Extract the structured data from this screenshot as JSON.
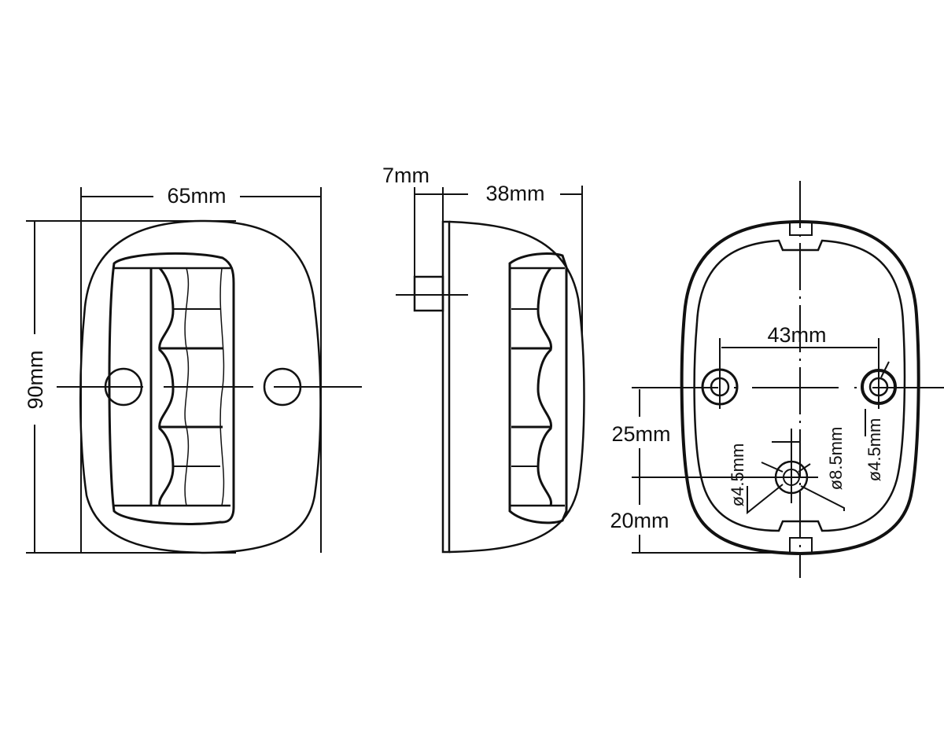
{
  "front_view": {
    "width_label": "65mm",
    "height_label": "90mm"
  },
  "side_view": {
    "stem_label": "7mm",
    "depth_label": "38mm"
  },
  "rear_view": {
    "hole_spacing_label": "43mm",
    "upper_offset_label": "25mm",
    "lower_offset_label": "20mm",
    "center_hole_label": "ø4.5mm",
    "center_counterbore_label": "ø8.5mm",
    "side_hole_label": "ø4.5mm"
  },
  "colors": {
    "line": "#111111",
    "background": "#ffffff"
  }
}
